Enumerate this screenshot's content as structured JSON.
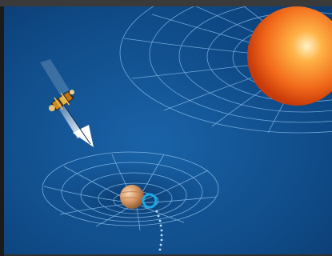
{
  "scene": {
    "subject": "spacecraft-gravity-well-illustration",
    "colors": {
      "space_background": "#0f4a86",
      "grid_lines": "#8fc2ef",
      "sun": "#f26a1a",
      "planet": "#d99a66",
      "ring": "#1ea8e6"
    },
    "icons": [
      "sun",
      "planet",
      "spacecraft",
      "trajectory-arrow",
      "gravity-well-grid"
    ]
  }
}
